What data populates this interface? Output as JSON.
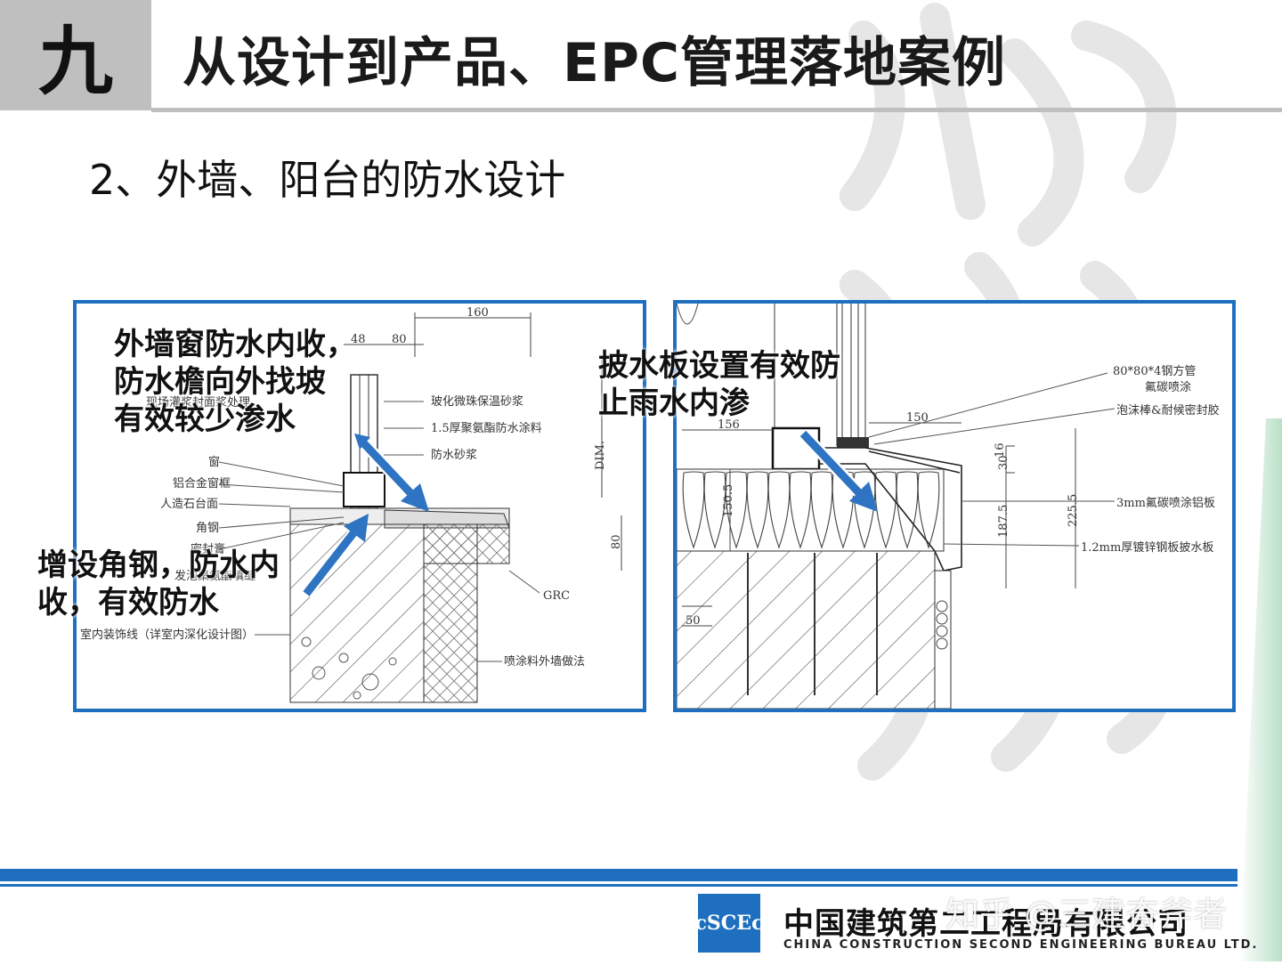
{
  "header": {
    "chapter": "九",
    "title": "从设计到产品、EPC管理落地案例"
  },
  "subtitle": "2、外墙、阳台的防水设计",
  "left_panel": {
    "callout_top": [
      "外墙窗防水内收，",
      "防水檐向外找坡",
      "有效较少渗水"
    ],
    "callout_bottom": [
      "增设角钢，防水内",
      "收，有效防水"
    ],
    "labels": {
      "dim160": "160",
      "dim48": "48",
      "dim80": "80",
      "dim80v": "80",
      "dim": "DIM.",
      "l1": "玻化微珠保温砂浆",
      "l2": "1.5厚聚氨酯防水涂料",
      "l3": "防水砂浆",
      "l4": "窗",
      "l5": "铝合金窗框",
      "l6": "人造石台面",
      "l7": "角钢",
      "l8": "密封膏",
      "l9": "室内装饰线（详室内深化设计图）",
      "l10": "喷涂料外墙做法",
      "l11": "GRC",
      "l12": "现场灌浆封面浆处理",
      "l13": "发泡聚氨酯填缝"
    }
  },
  "right_panel": {
    "callout": [
      "披水板设置有效防",
      "止雨水内渗"
    ],
    "labels": {
      "r1": "80*80*4钢方管",
      "r2": "氟碳喷涂",
      "r3": "泡沫棒&耐候密封胶",
      "r4": "3mm氟碳喷涂铝板",
      "r5": "1.2mm厚镀锌钢板披水板",
      "d156": "156",
      "d150": "150",
      "d1505": "150.5",
      "d1875": "187.5",
      "d2255": "225.5",
      "d30": "30",
      "d16": "16",
      "d50": "50"
    }
  },
  "footer": {
    "logo": "cSCEc",
    "company_cn": "中国建筑第二工程局有限公司",
    "company_en": "CHINA CONSTRUCTION SECOND ENGINEERING BUREAU LTD.",
    "watermark": "知乎 @三建奋斧者"
  },
  "colors": {
    "accent_blue": "#1f6fc0",
    "header_gray": "#bfbfbf",
    "arrow_blue": "#2e74c2"
  }
}
